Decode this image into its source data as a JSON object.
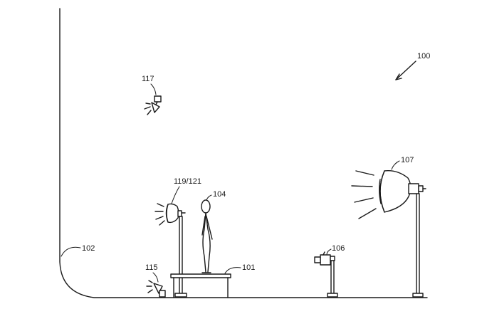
{
  "labels": {
    "figure": "100",
    "platform": "101",
    "backdrop": "102",
    "subject": "104",
    "camera": "106",
    "key_light": "107",
    "overhead_light": "117",
    "floor_light": "115",
    "side_light": "119/121"
  }
}
